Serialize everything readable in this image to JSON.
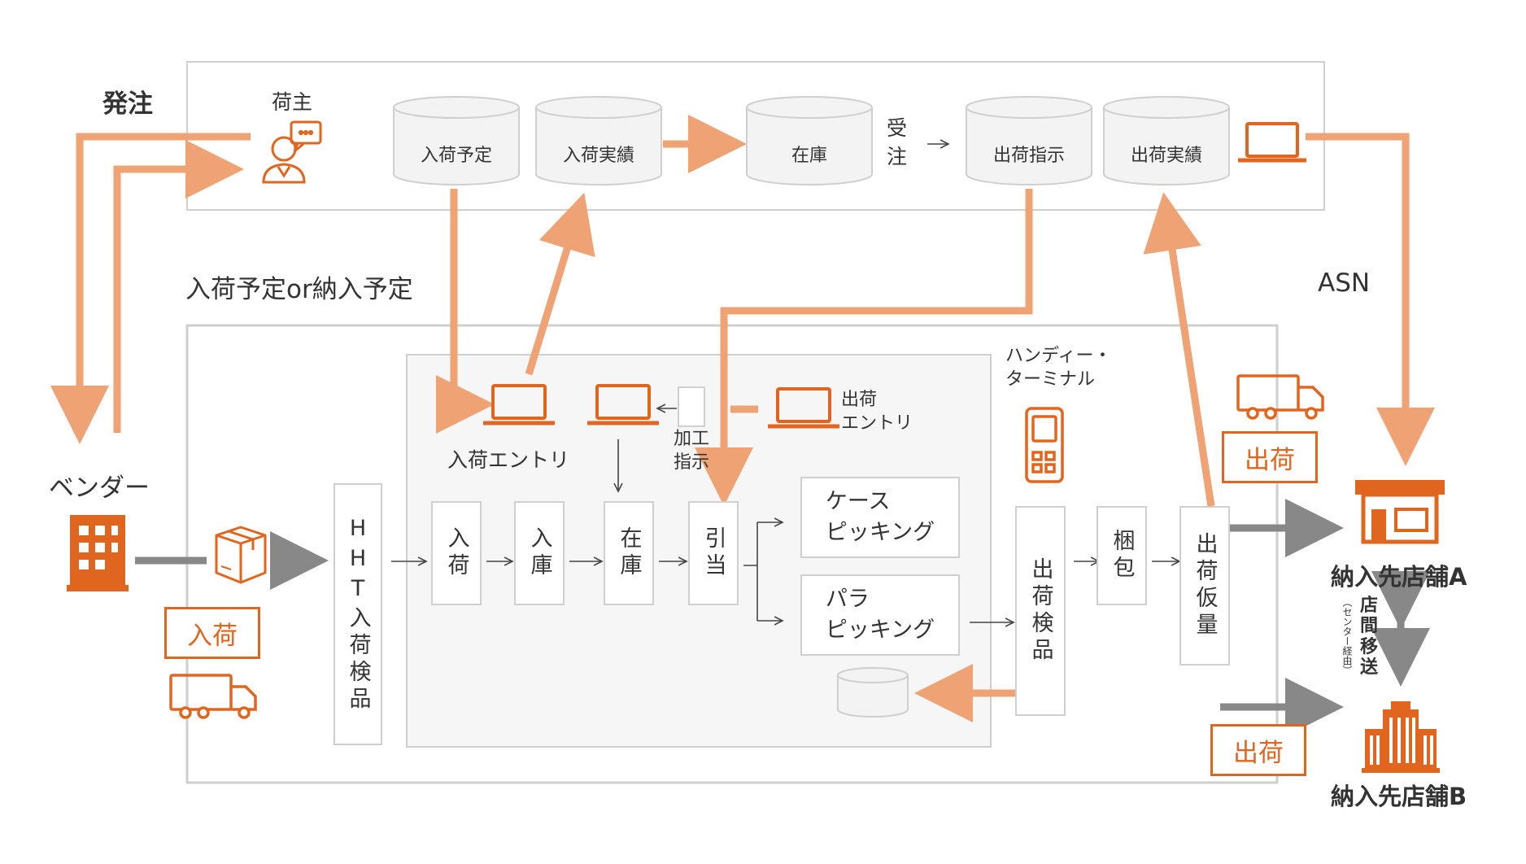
{
  "labels": {
    "order": "発注",
    "shipper": "荷主",
    "plan_label": "入荷予定or納入予定",
    "asn": "ASN",
    "vendor": "ベンダー",
    "handy_terminal": "ハンディー・\nターミナル",
    "receive_order": "受\n注",
    "arrival_entry": "入荷エントリ",
    "ship_entry": "出荷\nエントリ",
    "processing_instruction": "加工\n指示",
    "store_transfer": "店\n間\n移\n送",
    "store_transfer_note": "（センター経由）"
  },
  "databases": {
    "arrival_plan": "入荷予定",
    "arrival_actual": "入荷実績",
    "inventory": "在庫",
    "ship_instruction": "出荷指示",
    "ship_actual": "出荷実績"
  },
  "processes": {
    "hht_inspection": "HHT入荷検品",
    "arrival": "入荷",
    "putaway": "入庫",
    "stock": "在庫",
    "allocation": "引当",
    "case_picking": "ケース\nピッキング",
    "piece_picking": "パラ\nピッキング",
    "ship_inspection": "出荷検品",
    "packing": "梱包",
    "temp_staging": "出荷仮量"
  },
  "badges": {
    "arrival": "入荷",
    "ship_a": "出荷",
    "ship_b": "出荷"
  },
  "stores": {
    "a": "納入先店舗A",
    "b": "納入先店舗B"
  },
  "colors": {
    "accent": "#e0651e",
    "flow": "#efa273",
    "gray_arrow": "#888888",
    "border": "#cfcfcf",
    "panel": "#f6f6f6"
  }
}
